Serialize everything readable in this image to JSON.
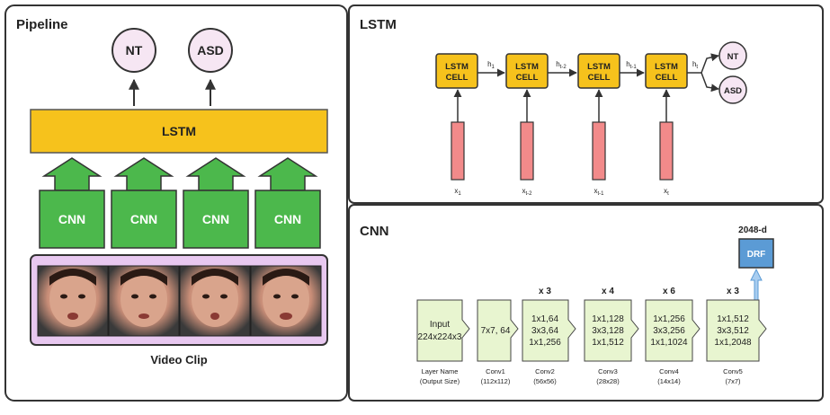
{
  "pipeline": {
    "title": "Pipeline",
    "outputs": [
      "NT",
      "ASD"
    ],
    "lstm_label": "LSTM",
    "cnn_labels": [
      "CNN",
      "CNN",
      "CNN",
      "CNN"
    ],
    "clip_label": "Video Clip"
  },
  "lstm_panel": {
    "title": "LSTM",
    "cell_line1": "LSTM",
    "cell_line2": "CELL",
    "hidden": [
      {
        "base": "h",
        "sub": "1"
      },
      {
        "base": "h",
        "sub": "t-2"
      },
      {
        "base": "h",
        "sub": "t-1"
      },
      {
        "base": "h",
        "sub": "t"
      }
    ],
    "inputs": [
      {
        "base": "x",
        "sub": "1"
      },
      {
        "base": "x",
        "sub": "t-2"
      },
      {
        "base": "x",
        "sub": "t-1"
      },
      {
        "base": "x",
        "sub": "t"
      }
    ],
    "outputs": [
      "NT",
      "ASD"
    ]
  },
  "cnn_panel": {
    "title": "CNN",
    "feature_label": "2048-d",
    "drf_label": "DRF",
    "input": {
      "line1": "Input",
      "line2": "224x224x3"
    },
    "conv1": "7x7, 64",
    "blocks": [
      {
        "repeat": "x 3",
        "lines": [
          "1x1,64",
          "3x3,64",
          "1x1,256"
        ]
      },
      {
        "repeat": "x 4",
        "lines": [
          "1x1,128",
          "3x3,128",
          "1x1,512"
        ]
      },
      {
        "repeat": "x 6",
        "lines": [
          "1x1,256",
          "3x3,256",
          "1x1,1024"
        ]
      },
      {
        "repeat": "x 3",
        "lines": [
          "1x1,512",
          "3x3,512",
          "1x1,2048"
        ]
      }
    ],
    "captions": [
      {
        "line1": "Layer Name",
        "line2": "(Output Size)"
      },
      {
        "line1": "Conv1",
        "line2": "(112x112)"
      },
      {
        "line1": "Conv2",
        "line2": "(56x56)"
      },
      {
        "line1": "Conv3",
        "line2": "(28x28)"
      },
      {
        "line1": "Conv4",
        "line2": "(14x14)"
      },
      {
        "line1": "Conv5",
        "line2": "(7x7)"
      }
    ]
  },
  "colors": {
    "lstm_yellow": "#f6c21c",
    "cnn_green": "#4cb84c",
    "output_circle": "#f6e6f3",
    "clip_frame": "#e8c8f0",
    "input_bar": "#f28a8a",
    "drf_blue": "#5b9bd5",
    "block_green": "#e8f5d0"
  }
}
